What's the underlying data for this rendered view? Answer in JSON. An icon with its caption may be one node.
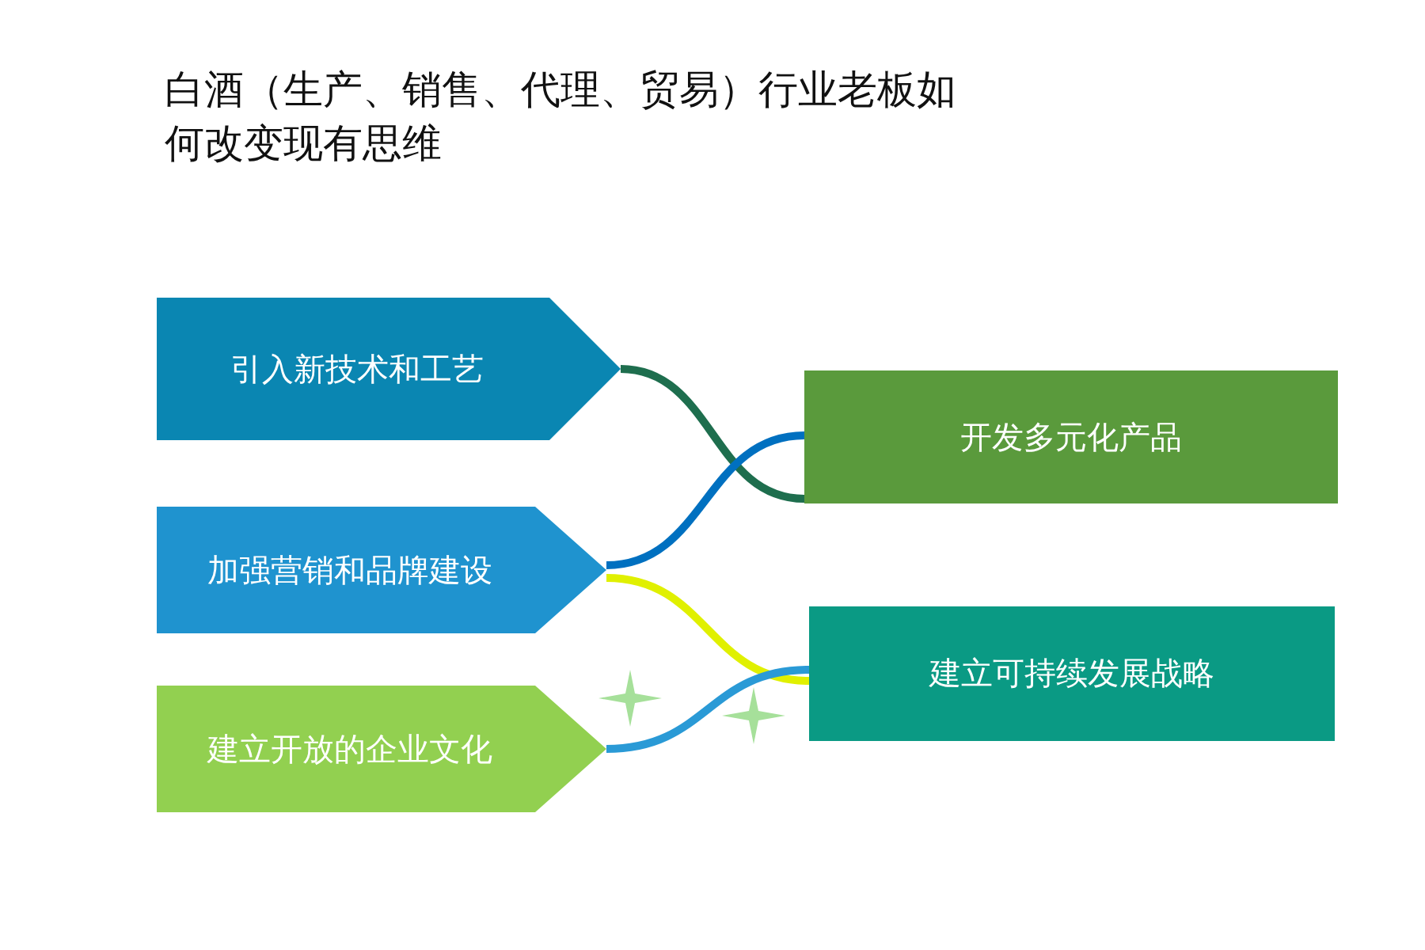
{
  "diagram": {
    "title": "白酒（生产、销售、代理、贸易）行业老板如何改变现有思维",
    "nodes": [
      {
        "text": [
          "引入新技术和工艺"
        ]
      },
      {
        "text": [
          "加强营销和品牌建设"
        ]
      },
      {
        "text": [
          "建立开放的企业文化"
        ]
      },
      {
        "text": [
          "开发多元化产品"
        ]
      },
      {
        "text": [
          "建立可持续发展战略"
        ]
      }
    ],
    "edges": [
      {
        "from": 0,
        "to": 3,
        "arrow": "none",
        "color": "#1e6e4e"
      },
      {
        "from": 1,
        "to": 3,
        "arrow": "none",
        "color": "#0070c0"
      },
      {
        "from": 1,
        "to": 4,
        "arrow": "none",
        "color": "#e0f000"
      },
      {
        "from": 2,
        "to": 4,
        "arrow": "none",
        "color": "#2a9ad6"
      }
    ]
  }
}
